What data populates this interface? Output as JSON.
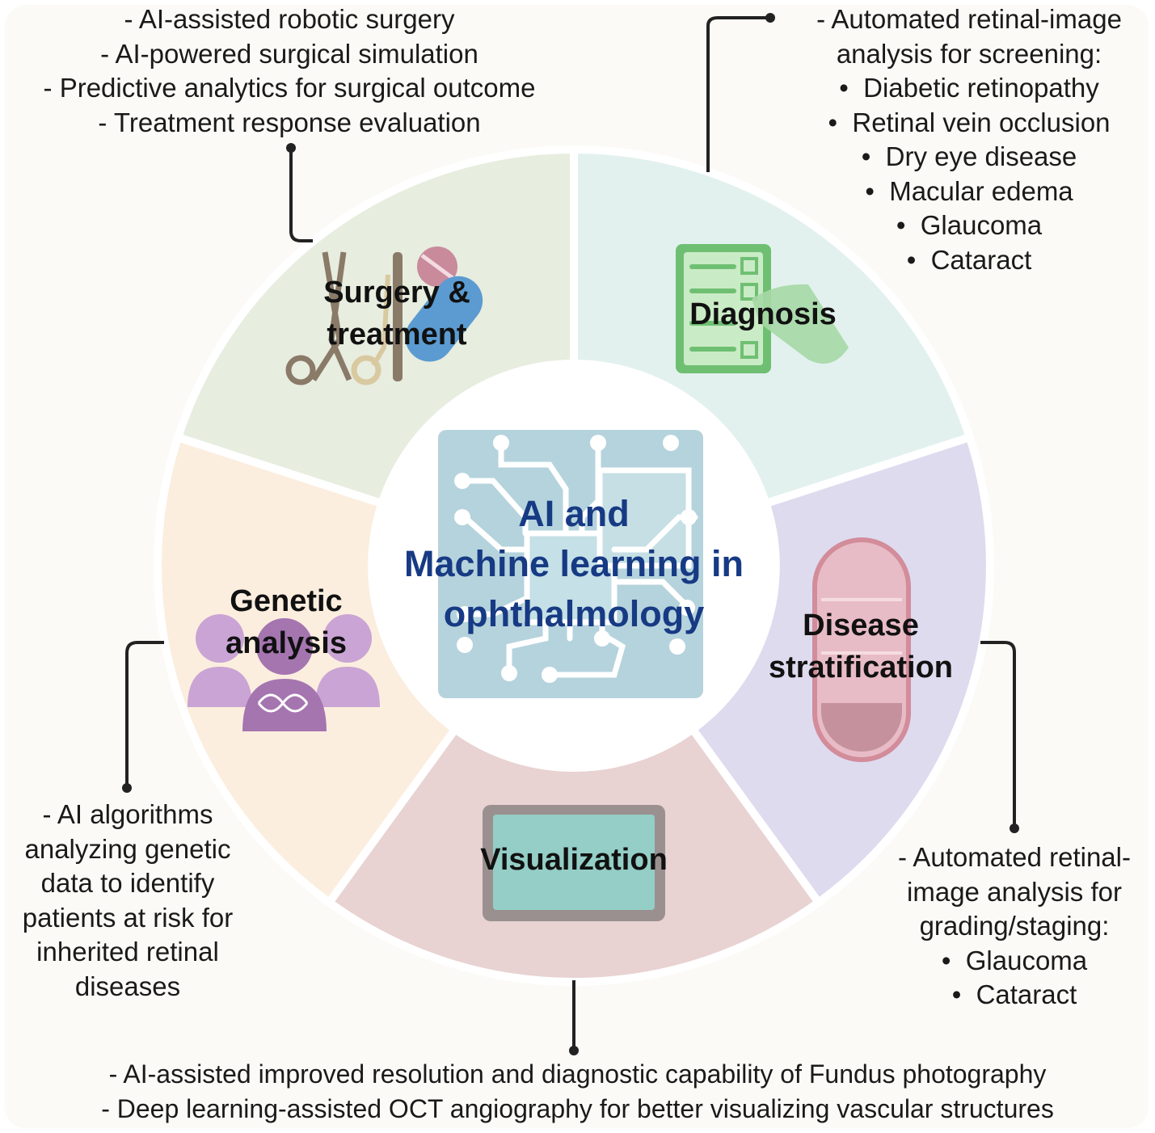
{
  "center": {
    "title_lines": [
      "AI and",
      "Machine learning in",
      "ophthalmology"
    ]
  },
  "segments": {
    "surgery": {
      "label_lines": [
        "Surgery &",
        "treatment"
      ],
      "notes": [
        "- AI-assisted robotic surgery",
        "- AI-powered surgical simulation",
        "- Predictive analytics for surgical outcome",
        "- Treatment response evaluation"
      ]
    },
    "diagnosis": {
      "label": "Diagnosis",
      "notes_intro": [
        "- Automated retinal-image",
        "analysis for screening:"
      ],
      "bullets": [
        "Diabetic retinopathy",
        "Retinal vein occlusion",
        "Dry eye disease",
        "Macular edema",
        "Glaucoma",
        "Cataract"
      ]
    },
    "stratification": {
      "label_lines": [
        "Disease",
        "stratification"
      ],
      "notes_intro": [
        "- Automated retinal-",
        "image analysis for",
        "grading/staging:"
      ],
      "bullets": [
        "Glaucoma",
        "Cataract"
      ]
    },
    "visualization": {
      "label": "Visualization",
      "notes": [
        "- AI-assisted improved resolution and diagnostic capability of Fundus photography",
        "- Deep learning-assisted OCT angiography for better visualizing vascular structures"
      ]
    },
    "genetic": {
      "label_lines": [
        "Genetic",
        "analysis"
      ],
      "notes": [
        "- AI algorithms",
        "analyzing genetic",
        "data to identify",
        "patients at risk for",
        "inherited retinal",
        "diseases"
      ]
    }
  },
  "colors": {
    "background": "#fbfaf6",
    "surgery": "#e7eddf",
    "diagnosis": "#e2f1ee",
    "stratification": "#dedbef",
    "visualization": "#e8d2d2",
    "genetic": "#fbeedf",
    "hub_title": "#173a84",
    "chip": "#b5d3dc"
  },
  "icons": {
    "surgery": "scissors-scalpel-pill-icon",
    "diagnosis": "checklist-clipboard-icon",
    "stratification": "capsule-icon",
    "visualization": "monitor-icon",
    "genetic": "people-dna-icon",
    "center": "circuit-chip-icon"
  }
}
